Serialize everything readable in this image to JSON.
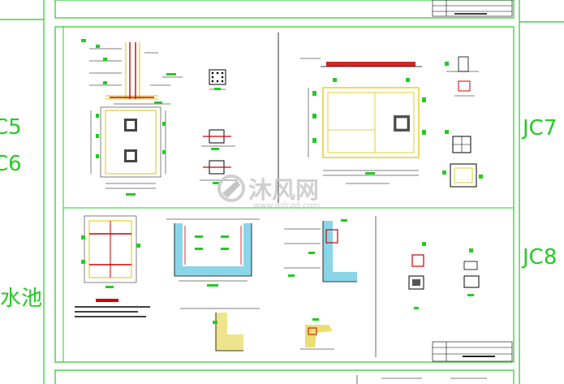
{
  "sheet": {
    "left_labels": [
      "C5",
      "C6",
      "水池"
    ],
    "right_labels": [
      "JC7",
      "JC8"
    ]
  },
  "watermark": {
    "brand_text": "沐风网",
    "url_text": "www.mfcad.com"
  },
  "colors": {
    "background": "#ffffff",
    "sheet_border": "#22cc22",
    "frame_lines": "#000000",
    "dimension": "#d9c400",
    "rebar": "#cc0000",
    "concrete": "#2ab5d6",
    "watermark": "#c8c8c8"
  }
}
